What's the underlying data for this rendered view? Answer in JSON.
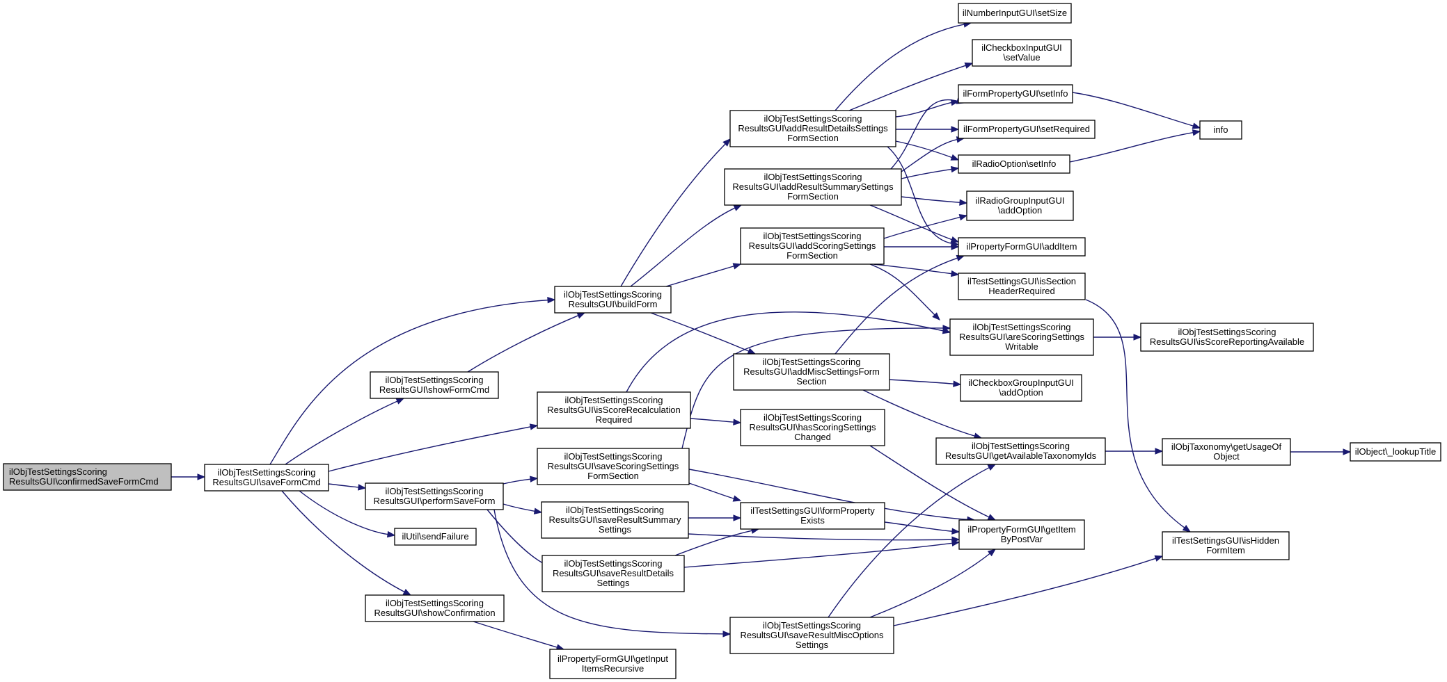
{
  "diagram": {
    "type": "call-graph",
    "colors": {
      "edge": "#191970",
      "root_fill": "#bfbfbf",
      "node_fill": "#ffffff",
      "border": "#000000"
    },
    "nodes": [
      {
        "id": "n0",
        "lines": [
          "ilObjTestSettingsScoring",
          "ResultsGUI\\confirmedSaveFormCmd"
        ],
        "root": true
      },
      {
        "id": "n1",
        "lines": [
          "ilObjTestSettingsScoring",
          "ResultsGUI\\saveFormCmd"
        ]
      },
      {
        "id": "n2",
        "lines": [
          "ilObjTestSettingsScoring",
          "ResultsGUI\\buildForm"
        ]
      },
      {
        "id": "n3",
        "lines": [
          "ilObjTestSettingsScoring",
          "ResultsGUI\\showFormCmd"
        ]
      },
      {
        "id": "n4",
        "lines": [
          "ilObjTestSettingsScoring",
          "ResultsGUI\\isScoreRecalculation",
          "Required"
        ]
      },
      {
        "id": "n5",
        "lines": [
          "ilObjTestSettingsScoring",
          "ResultsGUI\\performSaveForm"
        ]
      },
      {
        "id": "n6",
        "lines": [
          "ilUtil\\sendFailure"
        ]
      },
      {
        "id": "n7",
        "lines": [
          "ilObjTestSettingsScoring",
          "ResultsGUI\\showConfirmation"
        ]
      },
      {
        "id": "n8",
        "lines": [
          "ilObjTestSettingsScoring",
          "ResultsGUI\\addResultDetailsSettings",
          "FormSection"
        ]
      },
      {
        "id": "n9",
        "lines": [
          "ilObjTestSettingsScoring",
          "ResultsGUI\\addResultSummarySettings",
          "FormSection"
        ]
      },
      {
        "id": "n10",
        "lines": [
          "ilObjTestSettingsScoring",
          "ResultsGUI\\addScoringSettings",
          "FormSection"
        ]
      },
      {
        "id": "n11",
        "lines": [
          "ilObjTestSettingsScoring",
          "ResultsGUI\\addMiscSettingsForm",
          "Section"
        ]
      },
      {
        "id": "n12",
        "lines": [
          "ilObjTestSettingsScoring",
          "ResultsGUI\\hasScoringSettings",
          "Changed"
        ]
      },
      {
        "id": "n13",
        "lines": [
          "ilObjTestSettingsScoring",
          "ResultsGUI\\saveScoringSettings",
          "FormSection"
        ]
      },
      {
        "id": "n14",
        "lines": [
          "ilObjTestSettingsScoring",
          "ResultsGUI\\saveResultSummary",
          "Settings"
        ]
      },
      {
        "id": "n15",
        "lines": [
          "ilObjTestSettingsScoring",
          "ResultsGUI\\saveResultDetails",
          "Settings"
        ]
      },
      {
        "id": "n16",
        "lines": [
          "ilObjTestSettingsScoring",
          "ResultsGUI\\saveResultMiscOptions",
          "Settings"
        ]
      },
      {
        "id": "n17",
        "lines": [
          "ilPropertyFormGUI\\getInput",
          "ItemsRecursive"
        ]
      },
      {
        "id": "n18",
        "lines": [
          "ilNumberInputGUI\\setSize"
        ]
      },
      {
        "id": "n19",
        "lines": [
          "ilCheckboxInputGUI",
          "\\setValue"
        ]
      },
      {
        "id": "n20",
        "lines": [
          "ilFormPropertyGUI\\setInfo"
        ]
      },
      {
        "id": "n21",
        "lines": [
          "ilFormPropertyGUI\\setRequired"
        ]
      },
      {
        "id": "n22",
        "lines": [
          "ilRadioOption\\setInfo"
        ]
      },
      {
        "id": "n23",
        "lines": [
          "ilRadioGroupInputGUI",
          "\\addOption"
        ]
      },
      {
        "id": "n24",
        "lines": [
          "ilPropertyFormGUI\\addItem"
        ]
      },
      {
        "id": "n25",
        "lines": [
          "ilTestSettingsGUI\\isSection",
          "HeaderRequired"
        ]
      },
      {
        "id": "n26",
        "lines": [
          "ilObjTestSettingsScoring",
          "ResultsGUI\\areScoringSettings",
          "Writable"
        ]
      },
      {
        "id": "n27",
        "lines": [
          "ilCheckboxGroupInputGUI",
          "\\addOption"
        ]
      },
      {
        "id": "n28",
        "lines": [
          "ilObjTestSettingsScoring",
          "ResultsGUI\\getAvailableTaxonomyIds"
        ]
      },
      {
        "id": "n29",
        "lines": [
          "ilTestSettingsGUI\\formProperty",
          "Exists"
        ]
      },
      {
        "id": "n30",
        "lines": [
          "ilPropertyFormGUI\\getItem",
          "ByPostVar"
        ]
      },
      {
        "id": "n31",
        "lines": [
          "info"
        ]
      },
      {
        "id": "n32",
        "lines": [
          "ilObjTestSettingsScoring",
          "ResultsGUI\\isScoreReportingAvailable"
        ]
      },
      {
        "id": "n33",
        "lines": [
          "ilObjTaxonomy\\getUsageOf",
          "Object"
        ]
      },
      {
        "id": "n34",
        "lines": [
          "ilTestSettingsGUI\\isHidden",
          "FormItem"
        ]
      },
      {
        "id": "n35",
        "lines": [
          "ilObject\\_lookupTitle"
        ]
      }
    ],
    "edges": [
      [
        "n0",
        "n1"
      ],
      [
        "n1",
        "n2"
      ],
      [
        "n1",
        "n3"
      ],
      [
        "n1",
        "n4"
      ],
      [
        "n1",
        "n5"
      ],
      [
        "n1",
        "n6"
      ],
      [
        "n1",
        "n7"
      ],
      [
        "n3",
        "n2"
      ],
      [
        "n2",
        "n8"
      ],
      [
        "n2",
        "n9"
      ],
      [
        "n2",
        "n10"
      ],
      [
        "n2",
        "n11"
      ],
      [
        "n4",
        "n26"
      ],
      [
        "n4",
        "n12"
      ],
      [
        "n5",
        "n13"
      ],
      [
        "n5",
        "n14"
      ],
      [
        "n5",
        "n15"
      ],
      [
        "n5",
        "n16"
      ],
      [
        "n7",
        "n17"
      ],
      [
        "n8",
        "n18"
      ],
      [
        "n8",
        "n19"
      ],
      [
        "n8",
        "n20"
      ],
      [
        "n8",
        "n21"
      ],
      [
        "n8",
        "n22"
      ],
      [
        "n8",
        "n24"
      ],
      [
        "n9",
        "n20"
      ],
      [
        "n9",
        "n21"
      ],
      [
        "n9",
        "n22"
      ],
      [
        "n9",
        "n23"
      ],
      [
        "n9",
        "n24"
      ],
      [
        "n10",
        "n23"
      ],
      [
        "n10",
        "n24"
      ],
      [
        "n10",
        "n25"
      ],
      [
        "n10",
        "n26"
      ],
      [
        "n11",
        "n24"
      ],
      [
        "n11",
        "n27"
      ],
      [
        "n11",
        "n28"
      ],
      [
        "n12",
        "n30"
      ],
      [
        "n13",
        "n26"
      ],
      [
        "n13",
        "n29"
      ],
      [
        "n13",
        "n30"
      ],
      [
        "n14",
        "n29"
      ],
      [
        "n14",
        "n30"
      ],
      [
        "n15",
        "n29"
      ],
      [
        "n15",
        "n30"
      ],
      [
        "n16",
        "n28"
      ],
      [
        "n16",
        "n30"
      ],
      [
        "n16",
        "n34"
      ],
      [
        "n20",
        "n31"
      ],
      [
        "n22",
        "n31"
      ],
      [
        "n25",
        "n34"
      ],
      [
        "n26",
        "n32"
      ],
      [
        "n28",
        "n33"
      ],
      [
        "n33",
        "n35"
      ],
      [
        "n29",
        "n30"
      ]
    ]
  }
}
